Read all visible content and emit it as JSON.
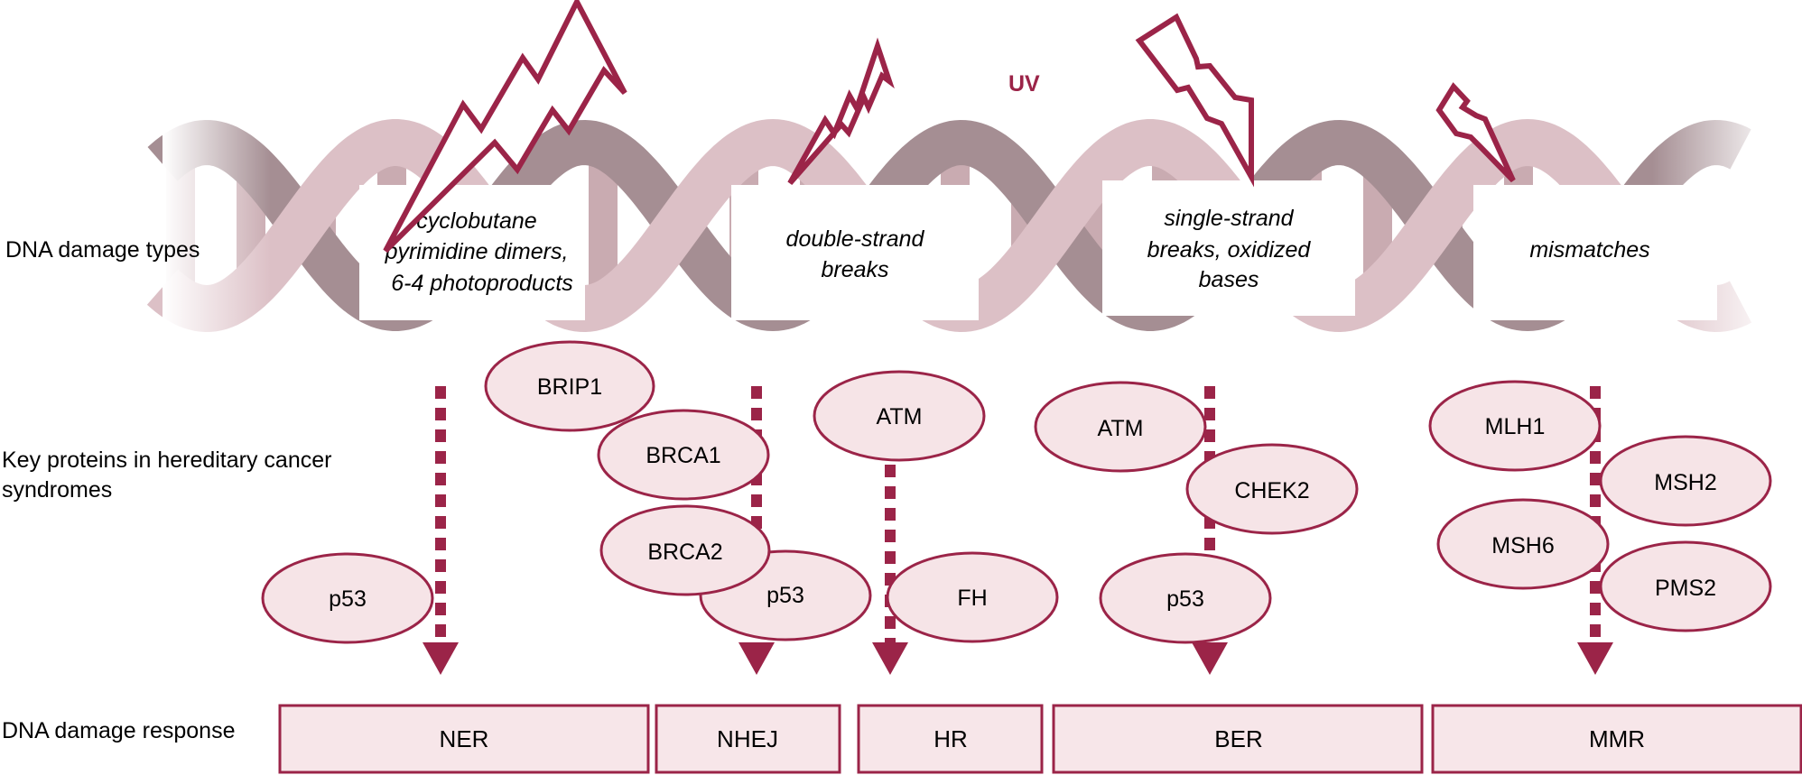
{
  "colors": {
    "accent": "#9b2448",
    "strand_light": "#dcc0c6",
    "strand_dark": "#a58e93",
    "bar_fill": "#c9abb1",
    "node_fill": "#f6e4e7",
    "box_fill": "#f7e6e9"
  },
  "uv_label": "UV",
  "row_labels": {
    "damage_types": "DNA damage types",
    "proteins": [
      "Key proteins in hereditary cancer",
      "syndromes"
    ],
    "response": "DNA damage response"
  },
  "damage_types": [
    {
      "lines": [
        "cyclobutane",
        "pyrimidine dimers,",
        "6-4 photoproducts"
      ]
    },
    {
      "lines": [
        "double-strand",
        "breaks"
      ]
    },
    {
      "lines": [
        "single-strand",
        "breaks, oxidized",
        "bases"
      ]
    },
    {
      "lines": [
        "mismatches"
      ]
    }
  ],
  "proteins": [
    "BRIP1",
    "BRCA1",
    "BRCA2",
    "p53",
    "p53",
    "ATM",
    "FH",
    "ATM",
    "CHEK2",
    "p53",
    "MLH1",
    "MSH2",
    "MSH6",
    "PMS2"
  ],
  "responses": [
    "NER",
    "NHEJ",
    "HR",
    "BER",
    "MMR"
  ],
  "icons": {
    "damage": "lightning-bolt-icon",
    "pathway": "arrow-down-icon"
  }
}
